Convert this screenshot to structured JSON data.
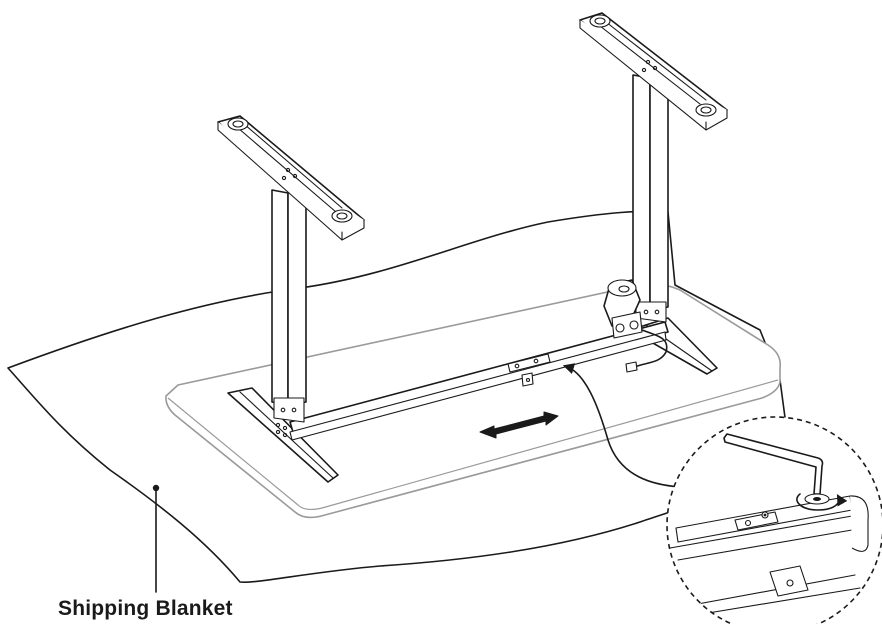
{
  "caption": {
    "blanket_label": "Shipping Blanket"
  },
  "colors": {
    "line": "#1a1a1a",
    "background": "#ffffff",
    "tabletop_edge": "#9a9a9a"
  },
  "icons": {
    "arrow": "double-headed-arrow",
    "wrench": "allen-key",
    "rotation": "rotation-arrow"
  }
}
